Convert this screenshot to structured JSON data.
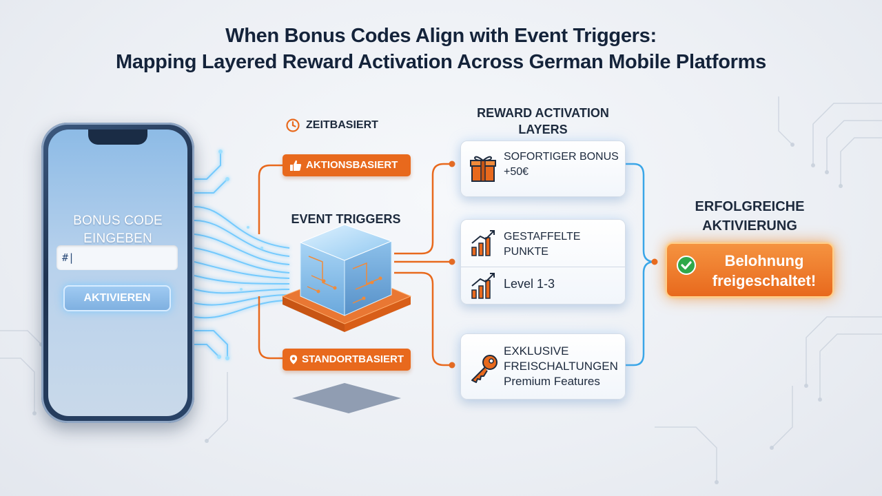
{
  "title": {
    "line1": "When Bonus Codes Align with Event Triggers:",
    "line2": "Mapping Layered Reward Activation Across German Mobile Platforms"
  },
  "phone": {
    "label_line1": "BONUS CODE",
    "label_line2": "EINGEBEN",
    "input_value": "#|",
    "button_label": "AKTIVIEREN"
  },
  "triggers": {
    "zeit": "ZEITBASIERT",
    "aktion": "AKTIONSBASIERT",
    "center_label": "EVENT TRIGGERS",
    "standort": "STANDORTBASIERT"
  },
  "rewards": {
    "title_line1": "REWARD ACTIVATION",
    "title_line2": "LAYERS",
    "bonus_line1": "SOFORTIGER BONUS",
    "bonus_line2": "+50€",
    "points_line1": "GESTAFFELTE",
    "points_line2": "PUNKTE",
    "level": "Level 1-3",
    "exclusive_line1": "EXKLUSIVE",
    "exclusive_line2": "FREISCHALTUNGEN",
    "exclusive_line3": "Premium Features"
  },
  "success": {
    "title_line1": "ERFOLGREICHE",
    "title_line2": "AKTIVIERUNG",
    "badge_line1": "Belohnung",
    "badge_line2": "freigeschaltet!"
  },
  "icons": {
    "clock": "clock-icon",
    "thumbs_up": "thumbs-up-icon",
    "location": "location-pin-icon",
    "gift": "gift-icon",
    "chart": "bar-chart-icon",
    "key": "key-icon",
    "check": "check-icon"
  },
  "colors": {
    "accent_orange": "#e8691d",
    "glow_blue": "#5fc3ff",
    "success_green": "#2fa84a",
    "title_navy": "#14233a"
  }
}
